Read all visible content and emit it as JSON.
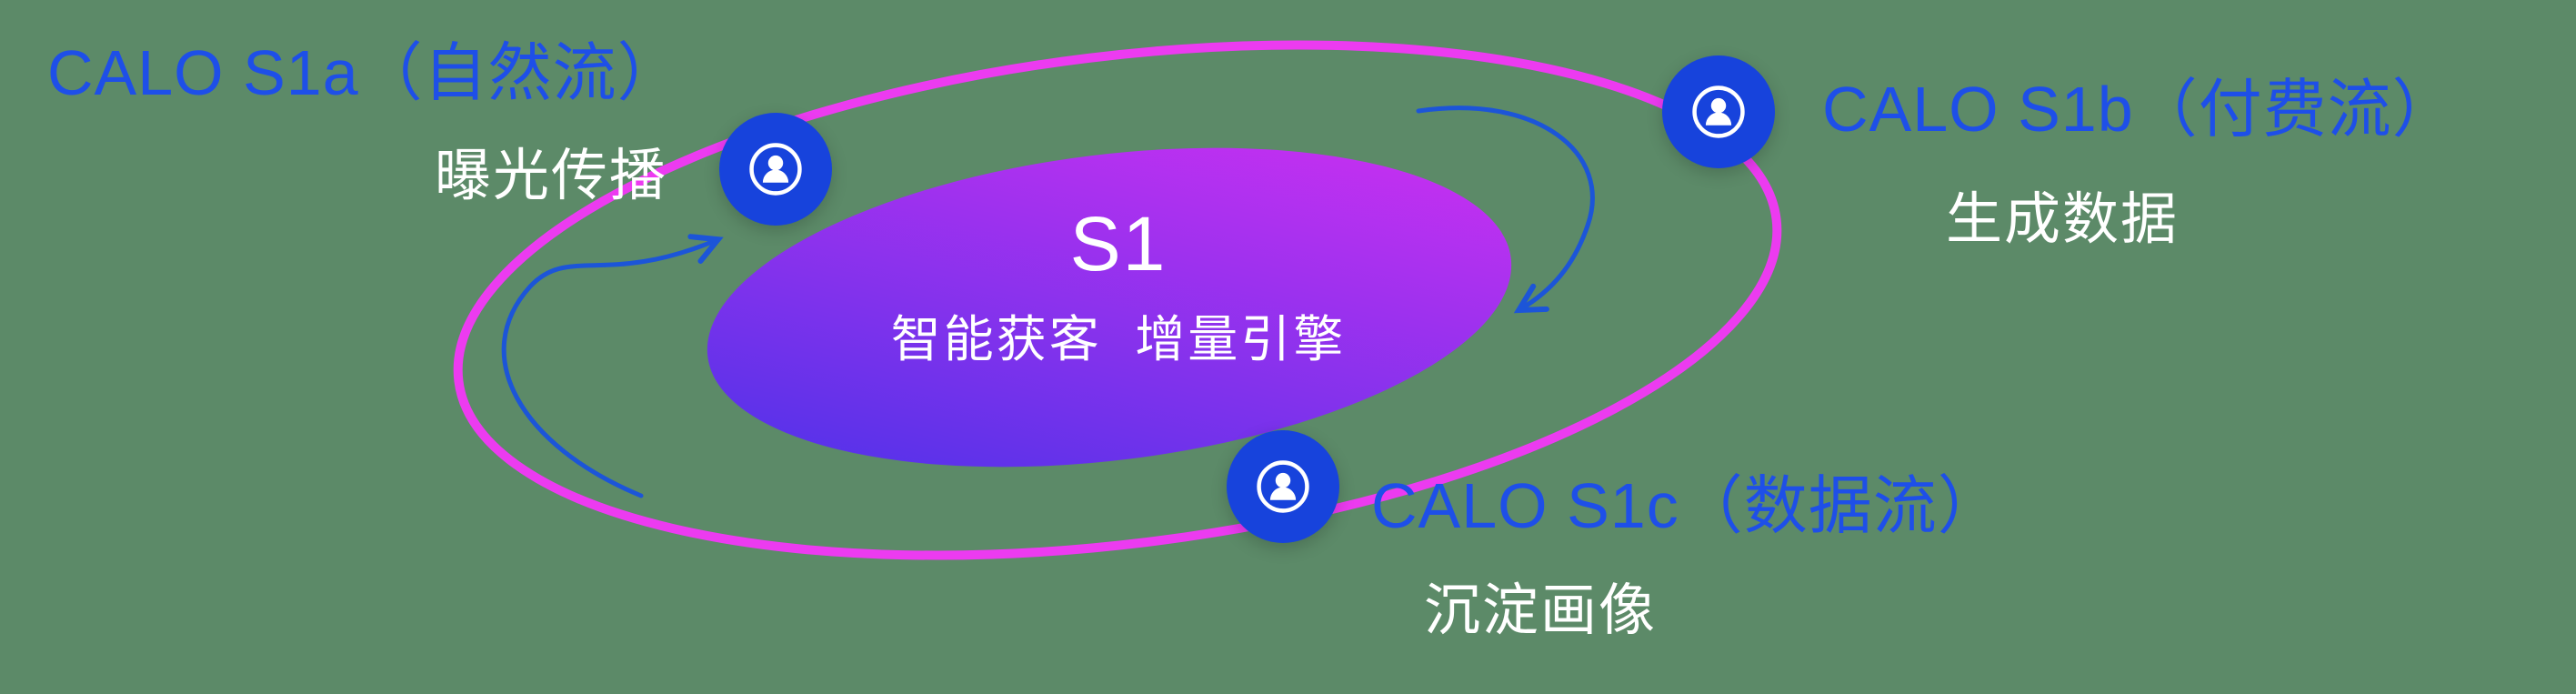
{
  "diagram": {
    "center": {
      "title": "S1",
      "subtitle": "智能获客  增量引擎"
    },
    "nodes": [
      {
        "id": "s1a",
        "title": "CALO S1a（自然流）",
        "subtitle": "曝光传播",
        "icon": "user-circle-icon"
      },
      {
        "id": "s1b",
        "title": "CALO S1b（付费流）",
        "subtitle": "生成数据",
        "icon": "user-circle-icon"
      },
      {
        "id": "s1c",
        "title": "CALO S1c（数据流）",
        "subtitle": "沉淀画像",
        "icon": "user-circle-icon"
      }
    ],
    "colors": {
      "background": "#5c8a68",
      "orbit_ring": "#ec3bf0",
      "node_blue": "#1743dc",
      "label_blue": "#1e4fe8",
      "arrow_blue": "#1c55d8",
      "gradient_start": "#4633e8",
      "gradient_end": "#d530f2",
      "text_white": "#ffffff"
    }
  }
}
